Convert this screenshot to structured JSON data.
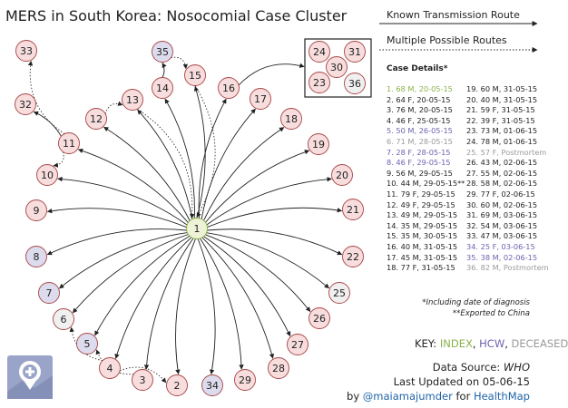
{
  "title": "MERS in South Korea: Nosocomial Case Cluster",
  "legend": {
    "known_route": "Known Transmission Route",
    "multiple_routes": "Multiple Possible Routes"
  },
  "case_details_title": "Case Details*",
  "cases": [
    {
      "text": "1. 68 M, 20-05-15",
      "status": "index"
    },
    {
      "text": "2. 64 F, 20-05-15",
      "status": "normal"
    },
    {
      "text": "3. 76 M, 20-05-15",
      "status": "normal"
    },
    {
      "text": "4. 46 F, 25-05-15",
      "status": "normal"
    },
    {
      "text": "5. 50 M, 26-05-15",
      "status": "hcw"
    },
    {
      "text": "6. 71 M, 28-05-15",
      "status": "deceased"
    },
    {
      "text": "7. 28 F, 28-05-15",
      "status": "hcw"
    },
    {
      "text": "8. 46 F, 29-05-15",
      "status": "hcw"
    },
    {
      "text": "9. 56 M, 29-05-15",
      "status": "normal"
    },
    {
      "text": "10. 44 M, 29-05-15**",
      "status": "normal"
    },
    {
      "text": "11. 79 F, 29-05-15",
      "status": "normal"
    },
    {
      "text": "12. 49 F, 29-05-15",
      "status": "normal"
    },
    {
      "text": "13. 49 M, 29-05-15",
      "status": "normal"
    },
    {
      "text": "14. 35 M, 29-05-15",
      "status": "normal"
    },
    {
      "text": "15. 35 M, 30-05-15",
      "status": "normal"
    },
    {
      "text": "16. 40 M, 31-05-15",
      "status": "normal"
    },
    {
      "text": "17. 45 M, 31-05-15",
      "status": "normal"
    },
    {
      "text": "18. 77 F, 31-05-15",
      "status": "normal"
    },
    {
      "text": "19. 60 M, 31-05-15",
      "status": "normal"
    },
    {
      "text": "20. 40 M, 31-05-15",
      "status": "normal"
    },
    {
      "text": "21. 59 F, 31-05-15",
      "status": "normal"
    },
    {
      "text": "22. 39 F, 31-05-15",
      "status": "normal"
    },
    {
      "text": "23. 73 M, 01-06-15",
      "status": "normal"
    },
    {
      "text": "24. 78 M, 01-06-15",
      "status": "normal"
    },
    {
      "text": "25. 57 F, Postmortem",
      "status": "deceased"
    },
    {
      "text": "26. 43 M, 02-06-15",
      "status": "normal"
    },
    {
      "text": "27. 55 M, 02-06-15",
      "status": "normal"
    },
    {
      "text": "28. 58 M, 02-06-15",
      "status": "normal"
    },
    {
      "text": "29. 77 F, 02-06-15",
      "status": "normal"
    },
    {
      "text": "30. 60 M, 02-06-15",
      "status": "normal"
    },
    {
      "text": "31. 69 M, 03-06-15",
      "status": "normal"
    },
    {
      "text": "32. 54 M, 03-06-15",
      "status": "normal"
    },
    {
      "text": "33. 47 M, 03-06-15",
      "status": "normal"
    },
    {
      "text": "34. 25 F, 03-06-15",
      "status": "hcw"
    },
    {
      "text": "35. 38 M, 02-06-15",
      "status": "hcw"
    },
    {
      "text": "36. 82 M, Postmortem",
      "status": "deceased"
    }
  ],
  "footnotes": {
    "diagnosis": "*Including date of diagnosis",
    "exported": "**Exported to China"
  },
  "key": {
    "label": "KEY:",
    "index": "INDEX",
    "sep1": ",",
    "hcw": "HCW",
    "sep2": ",",
    "deceased": "DECEASED"
  },
  "source": {
    "label": "Data Source:",
    "value": "WHO",
    "updated": "Last Updated on 05-06-15",
    "by": "by",
    "handle": "@maiamajumder",
    "for": "for",
    "org": "HealthMap"
  },
  "colors": {
    "index_fill": "#eef2d6",
    "index_text": "#8ab24a",
    "hcw_fill": "#dcdcee",
    "hcw_text": "#6b63b0",
    "deceased_fill": "#f0f0f0",
    "deceased_text": "#9a9a9a",
    "normal_fill": "#f7dddd",
    "node_stroke": "#a84545",
    "healthmap": "#1f63a7"
  },
  "graph": {
    "nodes": [
      {
        "id": "1",
        "status": "index"
      },
      {
        "id": "2",
        "status": "normal"
      },
      {
        "id": "3",
        "status": "normal"
      },
      {
        "id": "4",
        "status": "normal"
      },
      {
        "id": "5",
        "status": "hcw"
      },
      {
        "id": "6",
        "status": "deceased"
      },
      {
        "id": "7",
        "status": "hcw"
      },
      {
        "id": "8",
        "status": "hcw"
      },
      {
        "id": "9",
        "status": "normal"
      },
      {
        "id": "10",
        "status": "normal"
      },
      {
        "id": "11",
        "status": "normal"
      },
      {
        "id": "12",
        "status": "normal"
      },
      {
        "id": "13",
        "status": "normal"
      },
      {
        "id": "14",
        "status": "normal"
      },
      {
        "id": "15",
        "status": "normal"
      },
      {
        "id": "16",
        "status": "normal"
      },
      {
        "id": "17",
        "status": "normal"
      },
      {
        "id": "18",
        "status": "normal"
      },
      {
        "id": "19",
        "status": "normal"
      },
      {
        "id": "20",
        "status": "normal"
      },
      {
        "id": "21",
        "status": "normal"
      },
      {
        "id": "22",
        "status": "normal"
      },
      {
        "id": "23",
        "status": "normal"
      },
      {
        "id": "24",
        "status": "normal"
      },
      {
        "id": "25",
        "status": "deceased"
      },
      {
        "id": "26",
        "status": "normal"
      },
      {
        "id": "27",
        "status": "normal"
      },
      {
        "id": "28",
        "status": "normal"
      },
      {
        "id": "29",
        "status": "normal"
      },
      {
        "id": "30",
        "status": "normal"
      },
      {
        "id": "31",
        "status": "normal"
      },
      {
        "id": "32",
        "status": "normal"
      },
      {
        "id": "33",
        "status": "normal"
      },
      {
        "id": "34",
        "status": "hcw"
      },
      {
        "id": "35",
        "status": "hcw"
      },
      {
        "id": "36",
        "status": "deceased"
      }
    ],
    "known_edges": [
      [
        "1",
        "2"
      ],
      [
        "1",
        "3"
      ],
      [
        "1",
        "4"
      ],
      [
        "1",
        "5"
      ],
      [
        "1",
        "6"
      ],
      [
        "1",
        "7"
      ],
      [
        "1",
        "8"
      ],
      [
        "1",
        "9"
      ],
      [
        "1",
        "10"
      ],
      [
        "1",
        "11"
      ],
      [
        "1",
        "12"
      ],
      [
        "1",
        "13"
      ],
      [
        "1",
        "14"
      ],
      [
        "1",
        "15"
      ],
      [
        "1",
        "16"
      ],
      [
        "1",
        "17"
      ],
      [
        "1",
        "18"
      ],
      [
        "1",
        "19"
      ],
      [
        "1",
        "20"
      ],
      [
        "1",
        "21"
      ],
      [
        "1",
        "22"
      ],
      [
        "1",
        "25"
      ],
      [
        "1",
        "26"
      ],
      [
        "1",
        "27"
      ],
      [
        "1",
        "28"
      ],
      [
        "1",
        "29"
      ],
      [
        "1",
        "34"
      ],
      [
        "11",
        "32"
      ],
      [
        "14",
        "35"
      ],
      [
        "16",
        "cluster"
      ]
    ],
    "possible_edges": [
      [
        "11",
        "33"
      ],
      [
        "11",
        "10"
      ],
      [
        "12",
        "13"
      ],
      [
        "13",
        "1"
      ],
      [
        "15",
        "1"
      ],
      [
        "35",
        "15"
      ],
      [
        "4",
        "6"
      ],
      [
        "3",
        "5"
      ],
      [
        "4",
        "2"
      ]
    ]
  }
}
